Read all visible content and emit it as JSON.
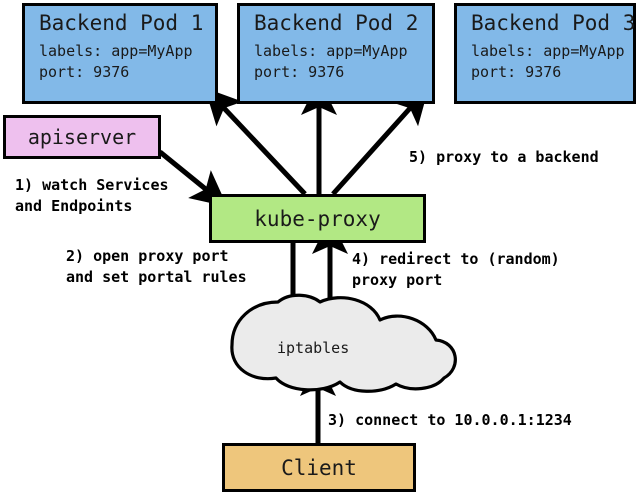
{
  "diagram": {
    "title": "Kubernetes kube-proxy iptables service proxy flow",
    "colors": {
      "pod_fill": "#82b9e8",
      "apiserver_fill": "#eec0ee",
      "kubeproxy_fill": "#b2e884",
      "cloud_fill": "#ebebeb",
      "client_fill": "#eec67c",
      "stroke": "#000000",
      "background": "#ffffff"
    },
    "pods": [
      {
        "title": "Backend Pod 1",
        "labels_line": "labels: app=MyApp",
        "port_line": "port: 9376"
      },
      {
        "title": "Backend Pod 2",
        "labels_line": "labels: app=MyApp",
        "port_line": "port: 9376"
      },
      {
        "title": "Backend Pod 3",
        "labels_line": "labels: app=MyApp",
        "port_line": "port: 9376"
      }
    ],
    "apiserver": {
      "label": "apiserver"
    },
    "kubeproxy": {
      "label": "kube-proxy"
    },
    "iptables": {
      "label": "iptables"
    },
    "client": {
      "label": "Client"
    },
    "steps": [
      {
        "id": "step-1",
        "line1": "1) watch Services",
        "line2": "and Endpoints"
      },
      {
        "id": "step-2",
        "line1": "2) open proxy port",
        "line2": "and set portal rules"
      },
      {
        "id": "step-3",
        "line1": "3) connect to 10.0.0.1:1234",
        "line2": ""
      },
      {
        "id": "step-4",
        "line1": "4) redirect to (random)",
        "line2": "proxy port"
      },
      {
        "id": "step-5",
        "line1": "5) proxy to a backend",
        "line2": ""
      }
    ]
  }
}
